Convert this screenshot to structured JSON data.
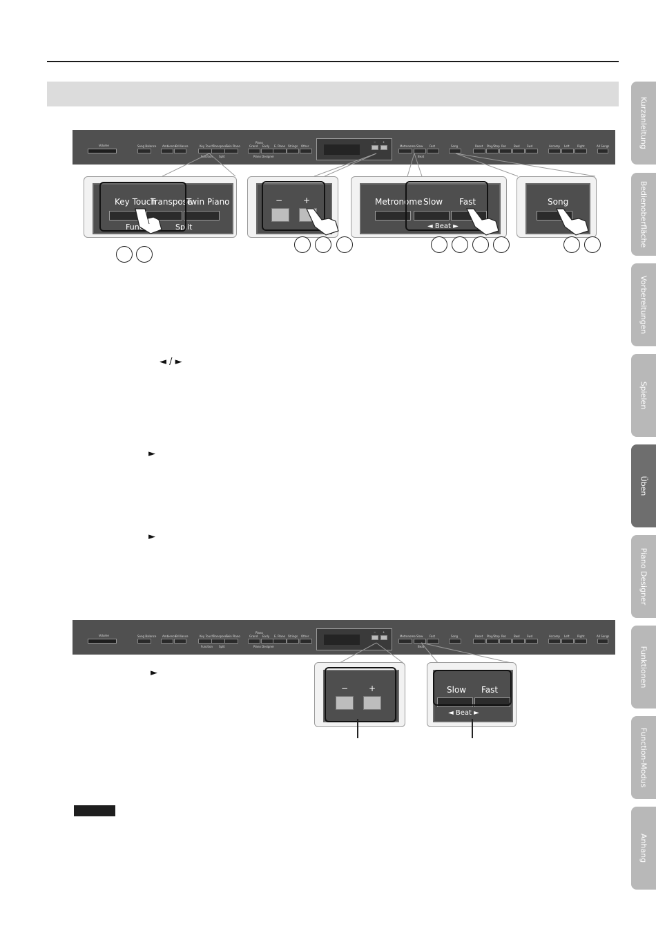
{
  "side_tabs": [
    {
      "label": "Kurzanleitung",
      "active": false
    },
    {
      "label": "Bedienoberfläche",
      "active": false
    },
    {
      "label": "Vorbereitungen",
      "active": false
    },
    {
      "label": "Spielen",
      "active": false
    },
    {
      "label": "Üben",
      "active": true
    },
    {
      "label": "Piano Designer",
      "active": false
    },
    {
      "label": "Funktionen",
      "active": false
    },
    {
      "label": "Function-Modus",
      "active": false
    },
    {
      "label": "Anhang",
      "active": false
    }
  ],
  "panel": {
    "volume": "Volume",
    "song_balance": "Song Balance",
    "ambience": "Ambience",
    "brilliance": "Brilliance",
    "key_touch": "Key Touch",
    "transpose": "Transpose",
    "twin_piano": "Twin Piano",
    "function": "Function",
    "split": "Split",
    "tone_group": "Piano",
    "grand": "Grand",
    "early": "Early",
    "e_piano": "E. Piano",
    "strings": "Strings",
    "other": "Other",
    "piano_designer": "Piano Designer",
    "minus": "−",
    "plus": "+",
    "metronome": "Metronome",
    "slow": "Slow",
    "fast": "Fast",
    "beat": "Beat",
    "song": "Song",
    "reset": "Reset",
    "play_stop": "Play/Stop",
    "rec": "Rec",
    "bwd": "Bwd",
    "fwd": "Fwd",
    "accomp": "Accomp",
    "left": "Left",
    "right": "Right",
    "all_songs": "All Songs"
  },
  "callouts": {
    "key_touch": "Key Touch",
    "transpose": "Transpose",
    "twin_piano": "Twin Piano",
    "function": "Function",
    "split": "Split",
    "minus": "−",
    "plus": "+",
    "metronome": "Metronome",
    "slow": "Slow",
    "fast": "Fast",
    "beat": "◄  Beat  ►",
    "song": "Song",
    "beat2": "◄  Beat  ►"
  },
  "glyphs": {
    "left_right": "◄ / ►",
    "right": "►"
  }
}
